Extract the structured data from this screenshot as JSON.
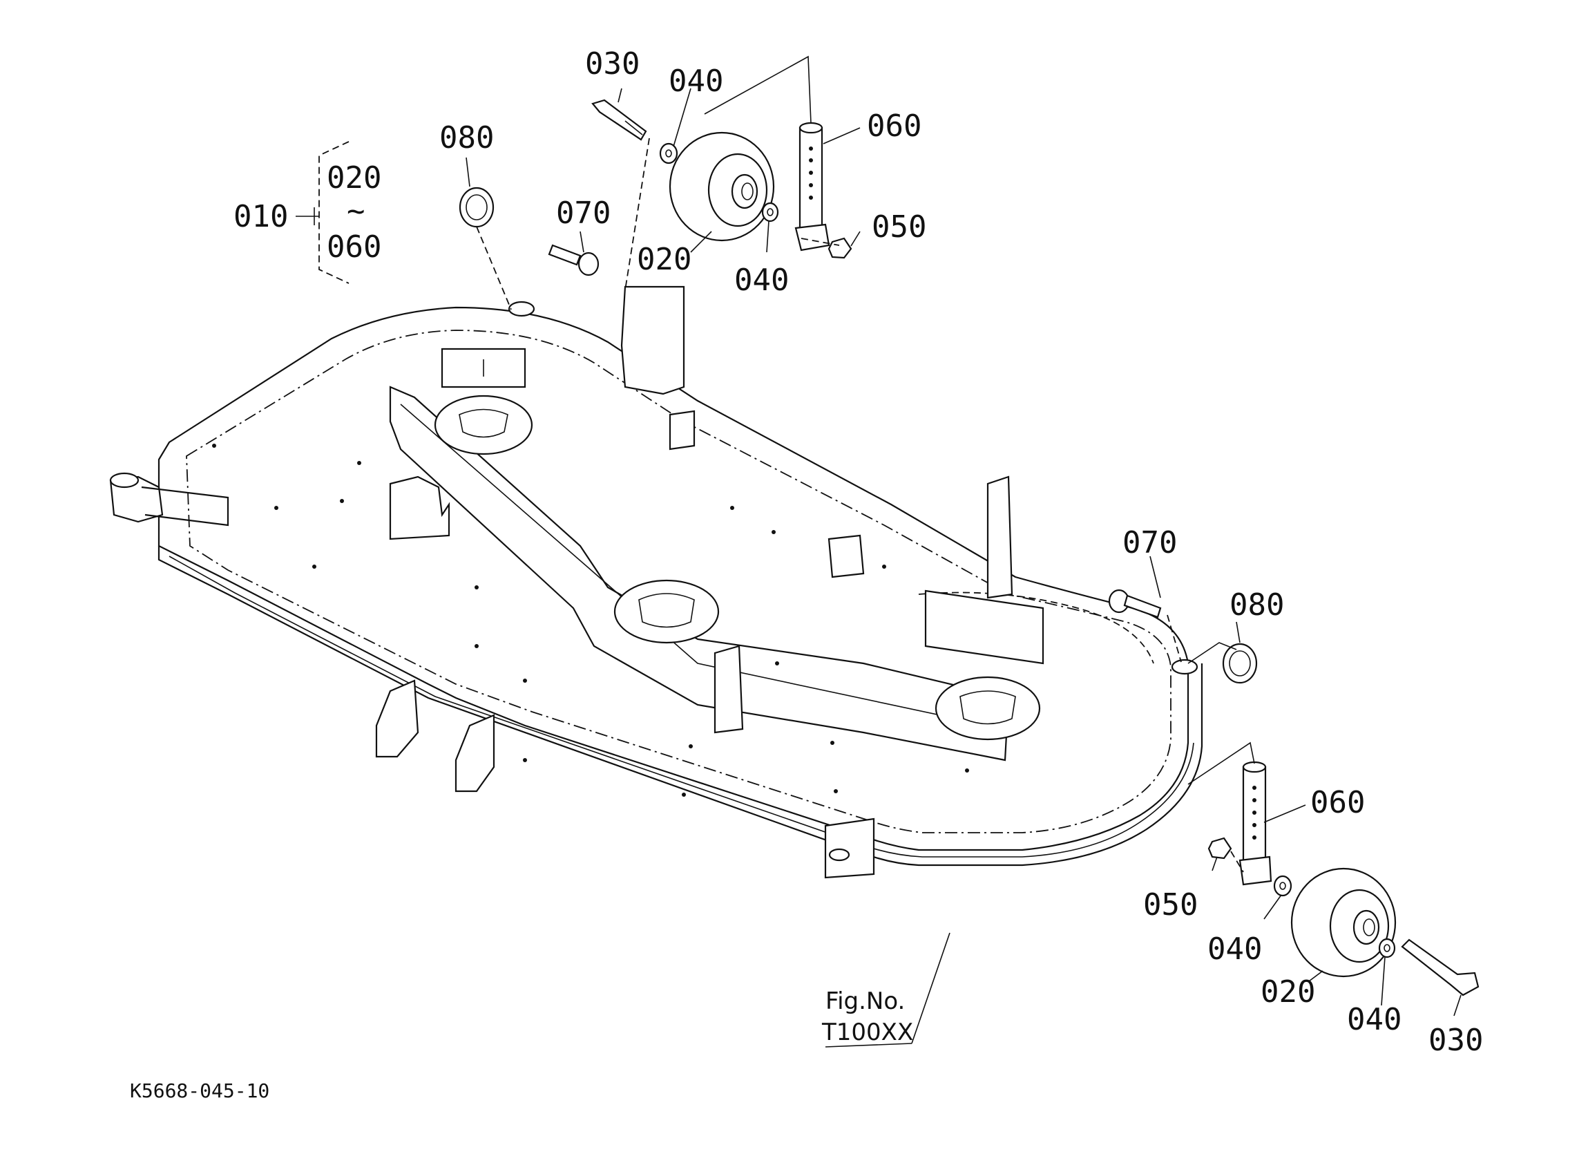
{
  "diagram": {
    "drawing_number": "K5668-045-10",
    "figure_note": {
      "line1": "Fig.No.",
      "line2": "T100XX"
    },
    "assembly_group": {
      "parent": "010",
      "range_start": "020",
      "range_sep": "~",
      "range_end": "060"
    },
    "callouts": {
      "top_030": "030",
      "top_040_upper": "040",
      "top_080": "080",
      "top_070": "070",
      "top_060": "060",
      "top_050": "050",
      "top_020": "020",
      "top_040_lower": "040",
      "right_070": "070",
      "right_080": "080",
      "right_060": "060",
      "right_050": "050",
      "right_040_upper": "040",
      "right_020": "020",
      "right_040_lower": "040",
      "right_030": "030"
    }
  }
}
